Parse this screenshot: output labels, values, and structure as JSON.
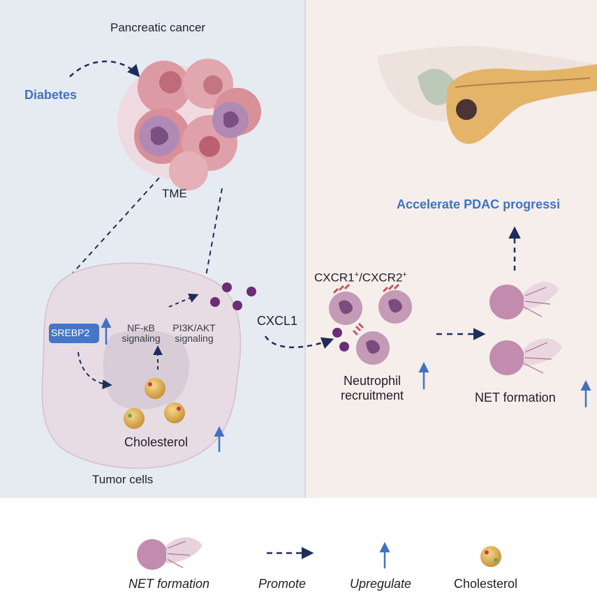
{
  "labels": {
    "pancreatic_cancer": "Pancreatic cancer",
    "diabetes": "Diabetes",
    "tme": "TME",
    "accelerate": "Accelerate PDAC progressi",
    "cxcr_a": "CXCR1",
    "cxcr_sup_a": "+",
    "cxcr_b": "/CXCR2",
    "cxcr_sup_b": "+",
    "cxcl1": "CXCL1",
    "srebp2": "SREBP2",
    "nfkb_1": "NF-κB",
    "nfkb_2": "signaling",
    "pi3k_1": "PI3K/AKT",
    "pi3k_2": "signaling",
    "cholesterol": "Cholesterol",
    "tumor_cells": "Tumor cells",
    "neutrophil_1": "Neutrophil",
    "neutrophil_2": "recruitment",
    "net_formation": "NET formation"
  },
  "legend": {
    "net_formation": "NET formation",
    "promote": "Promote",
    "upregulate": "Upregulate",
    "cholesterol": "Cholesterol"
  },
  "colors": {
    "left_panel": "#e6ebf2",
    "right_panel": "#f5eeeb",
    "accent_blue": "#3f73c2",
    "arrow_navy": "#1e2d5a",
    "cell_pink": "#e7b8c2",
    "neutrophil": "#b687a8",
    "cxcl1_dot": "#6b2d78",
    "cholesterol": "#e3b75a"
  }
}
